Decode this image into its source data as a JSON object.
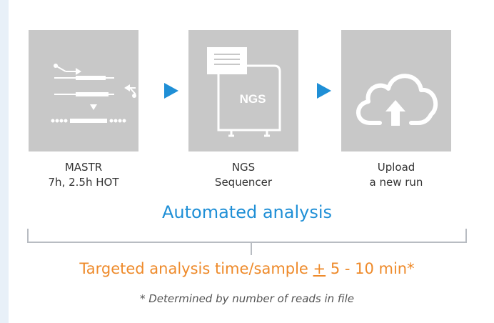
{
  "steps": [
    {
      "icon": "pcr-amplification-icon",
      "line1": "MASTR",
      "line2": "7h, 2.5h HOT"
    },
    {
      "icon": "sequencer-icon",
      "line1": "NGS",
      "line2": "Sequencer",
      "device_label": "NGS"
    },
    {
      "icon": "cloud-upload-icon",
      "line1": "Upload",
      "line2": "a new run"
    }
  ],
  "automated_title": "Automated analysis",
  "target": {
    "prefix": "Targeted analysis time/sample ",
    "plusminus": "+",
    "suffix": " 5 - 10 min*"
  },
  "footnote": "* Determined by number of reads in file",
  "colors": {
    "box": "#c8c8c8",
    "arrow": "#1f8fd6",
    "title": "#1f8fd6",
    "target": "#ee8a2a",
    "bracket": "#b8bcc2"
  }
}
